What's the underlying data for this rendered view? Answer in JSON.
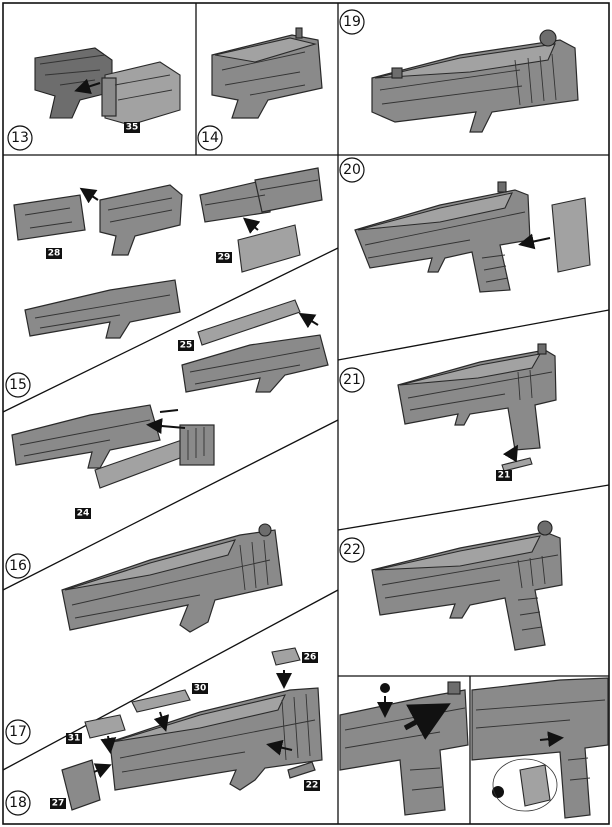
{
  "steps": {
    "s13": "13",
    "s14": "14",
    "s15": "15",
    "s16": "16",
    "s17": "17",
    "s18": "18",
    "s19": "19",
    "s20": "20",
    "s21": "21",
    "s22": "22"
  },
  "part_tags": {
    "p35": "35",
    "p28": "28",
    "p29": "29",
    "p25": "25",
    "p24": "24",
    "p26": "26",
    "p30": "30",
    "p31": "31",
    "p27": "27",
    "p22": "22",
    "p21": "21"
  }
}
